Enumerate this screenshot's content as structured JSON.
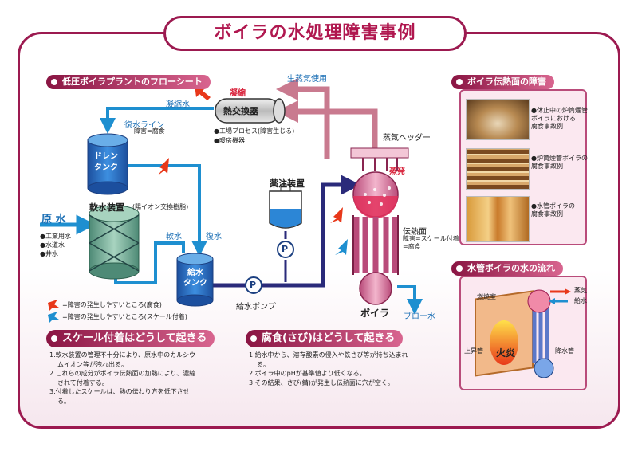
{
  "title": "ボイラの水処理障害事例",
  "flow": {
    "header": "低圧ボイラプラントのフローシート",
    "heat_exchanger": "熱交換器",
    "condensation": "凝縮",
    "condensate_water": "凝縮水",
    "live_steam": "生蒸気使用",
    "return_line": "復水ライン",
    "return_line_note": "障害=腐食",
    "hx_notes": [
      "●工場プロセス(障害生じる)",
      "●暖房機器"
    ],
    "drain_tank": "ドレン\nタンク",
    "chemical_feeder": "薬注装置",
    "steam_header": "蒸気ヘッダー",
    "evaporation": "蒸発",
    "softener": "軟水装置",
    "softener_note": "(陽イオン交換樹脂)",
    "raw_water": "原 水",
    "raw_water_sources": [
      "●工業用水",
      "●水道水",
      "●井水"
    ],
    "soft_water": "軟水",
    "return_water": "復水",
    "feed_tank": "給水\nタンク",
    "feed_pump": "給水ポンプ",
    "pump_symbol": "P",
    "heat_surface": "伝熱面",
    "heat_surface_note": "障害=スケール付着\n=腐食",
    "boiler": "ボイラ",
    "blow_water": "ブロー水",
    "legend_corrosion": "=障害の発生しやすいところ(腐食)",
    "legend_scale": "=障害の発生しやすいところ(スケール付着)"
  },
  "scale_section": {
    "header": "スケール付着はどうして起きる",
    "items": [
      "1.軟水装置の管理不十分により、原水中のカルシウムイオン等が洩れ出る。",
      "2.これらの成分がボイラ伝熱面の加熱により、濃縮されて付着する。",
      "3.付着したスケールは、熱の伝わり方を低下させる。"
    ]
  },
  "corrosion_section": {
    "header": "腐食(さび)はどうして起きる",
    "items": [
      "1.給水中から、溶存酸素の侵入や鉄さび等が持ち込まれる。",
      "2.ボイラ中のpHが基準値より低くなる。",
      "3.その結果、さび(錆)が発生し伝熱面に穴が空く。"
    ]
  },
  "side_top": {
    "header": "ボイラ伝熱面の障害",
    "captions": [
      "●休止中の炉筒煙管\nボイラにおける\n腐食事故例",
      "●炉筒煙管ボイラの\n腐食事故例",
      "●水管ボイラの\n腐食事故例"
    ]
  },
  "side_bottom": {
    "header": "水管ボイラの水の流れ",
    "combustion_chamber": "燃焼室",
    "flame": "火炎",
    "riser": "上昇管",
    "downcomer": "降水管",
    "steam": "蒸気",
    "feedwater": "給水"
  },
  "colors": {
    "brand": "#9c1a50",
    "accent_pink": "#d8658f",
    "pipe_blue": "#1e8fd0",
    "pipe_navy": "#2a2a7a",
    "steam_pipe": "#c97a8f",
    "label_blue": "#1b6fb5",
    "label_red": "#d8213a"
  },
  "icons": [
    "corrosion-arrow-icon",
    "scale-arrow-icon",
    "pump-icon",
    "flow-arrow-icon"
  ]
}
